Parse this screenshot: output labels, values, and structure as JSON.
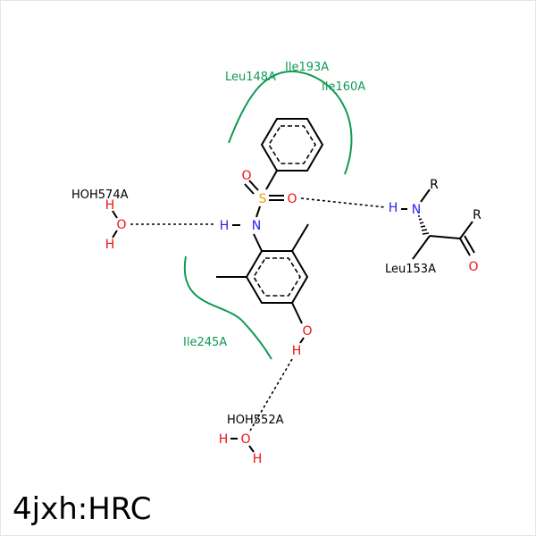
{
  "title": "4jxh:HRC",
  "colors": {
    "carbon": "#000000",
    "nitrogen": "#2222ee",
    "oxygen": "#ee1111",
    "sulfur": "#e8a000",
    "hydrophobic": "#119955"
  },
  "atoms": {
    "S": "S",
    "N": "N",
    "O": "O",
    "H": "H",
    "R": "R"
  },
  "residues": {
    "leu148": "Leu148A",
    "ile193": "Ile193A",
    "ile160": "Ile160A",
    "ile245": "Ile245A",
    "leu153": "Leu153A",
    "hoh574": "HOH574A",
    "hoh552": "HOH552A"
  }
}
